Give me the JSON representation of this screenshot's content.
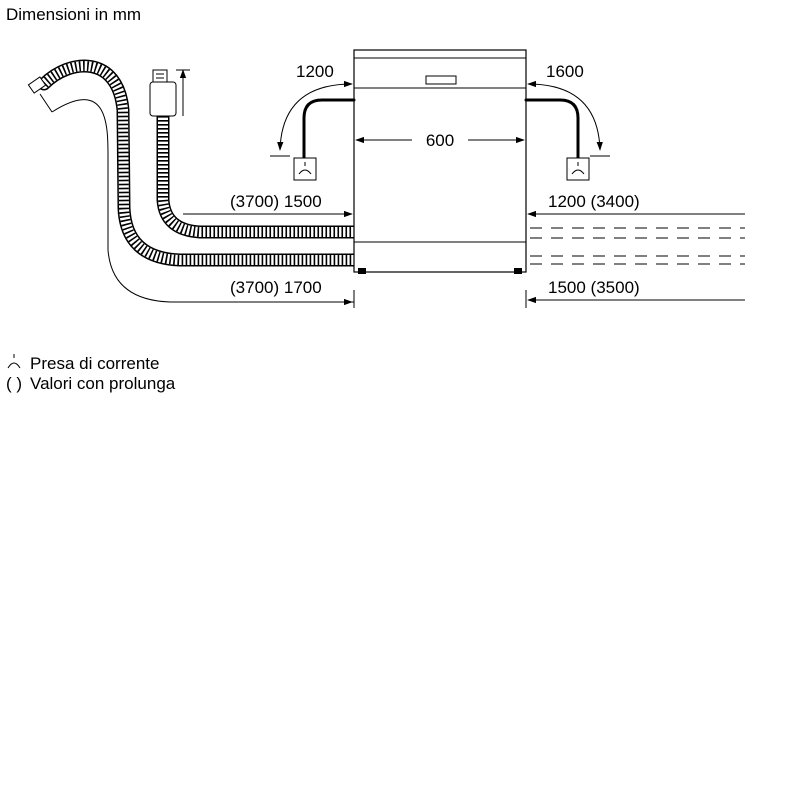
{
  "title": "Dimensioni in mm",
  "dimensions": {
    "width": "600",
    "power_cable_left": "1200",
    "power_cable_right": "1600",
    "left_inlet_hose": "(3700) 1500",
    "left_drain_hose": "(3700) 1700",
    "right_upper": "1200 (3400)",
    "right_lower": "1500 (3500)"
  },
  "legend": {
    "socket_symbol": "⏊",
    "socket_label": "Presa di corrente",
    "extension_symbol": "( )",
    "extension_label": "Valori con prolunga"
  }
}
